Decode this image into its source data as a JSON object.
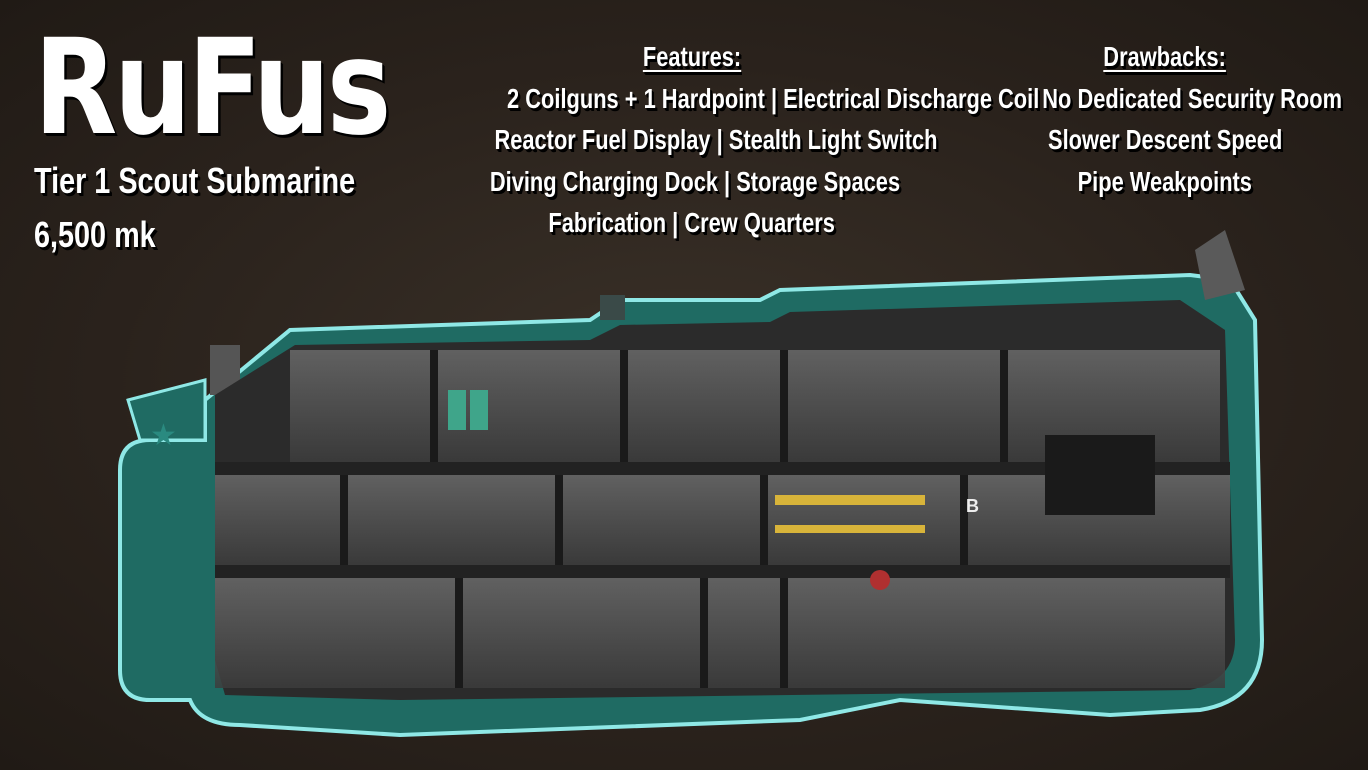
{
  "title": "RuFus",
  "subtitle": "Tier 1 Scout Submarine",
  "price": "6,500 mk",
  "features": {
    "heading": "Features:",
    "items": [
      "2 Coilguns + 1 Hardpoint | Electrical Discharge Coil",
      "Reactor Fuel Display | Stealth Light Switch",
      "Diving Charging Dock | Storage Spaces",
      "Fabrication | Crew Quarters"
    ]
  },
  "drawbacks": {
    "heading": "Drawbacks:",
    "items": [
      "No Dedicated Security Room",
      "Slower Descent Speed",
      "Pipe Weakpoints"
    ]
  },
  "submarine": {
    "deck_label": "B",
    "hull_color": "#1f6b63",
    "glow_color": "#8fe8e6"
  }
}
